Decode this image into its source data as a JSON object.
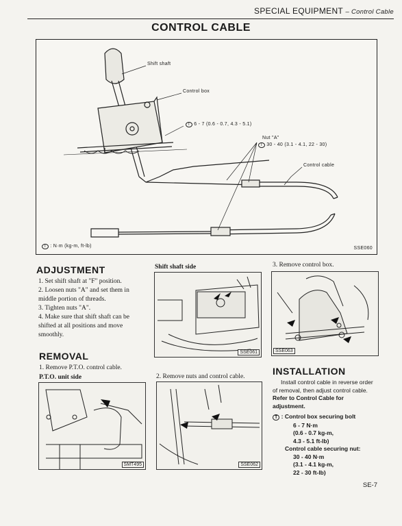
{
  "header": {
    "section": "SPECIAL EQUIPMENT",
    "sub": "– Control Cable"
  },
  "page_title": "CONTROL CABLE",
  "main_figure": {
    "labels": {
      "shift_shaft": "Shift shaft",
      "control_box": "Control box",
      "torque1": "6 - 7 (0.6 - 0.7, 4.3 - 5.1)",
      "nut_a": "Nut \"A\"",
      "torque2": "30 - 40 (3.1 - 4.1, 22 - 30)",
      "control_cable": "Control cable"
    },
    "legend": ": N·m (kg-m, ft-lb)",
    "torque_symbol": "T",
    "code": "SSE060"
  },
  "adjustment": {
    "heading": "ADJUSTMENT",
    "steps": [
      "1.  Set shift shaft at \"F\" position.",
      "2.  Loosen nuts \"A\" and set them in middle portion of threads.",
      "3.  Tighten nuts \"A\".",
      "4.  Make sure that shift shaft can be shifted at all positions and move smoothly."
    ]
  },
  "fig_shift_side": {
    "caption": "Shift shaft side",
    "code": "SSE061"
  },
  "fig_remove_box": {
    "caption": "3.   Remove control box.",
    "code": "SSE063"
  },
  "removal": {
    "heading": "REMOVAL",
    "step1": "1.   Remove P.T.O. control cable.",
    "pto_label": "P.T.O. unit side",
    "pto_code": "SMT495"
  },
  "fig_remove_nuts": {
    "caption": "2.   Remove nuts and control cable.",
    "code": "SSE062"
  },
  "installation": {
    "heading": "INSTALLATION",
    "text": "Install control cable in reverse order of removal, then adjust control cable.",
    "ref": "Refer to Control Cable for adjustment.",
    "bolt_label": ": Control box securing bolt",
    "bolt_vals": [
      "6 - 7 N·m",
      "(0.6 - 0.7 kg-m,",
      "4.3 - 5.1 ft-lb)"
    ],
    "nut_label": "Control cable securing nut:",
    "nut_vals": [
      "30 - 40 N·m",
      "(3.1 - 4.1 kg-m,",
      "22 - 30 ft-lb)"
    ]
  },
  "page_number": "SE-7"
}
